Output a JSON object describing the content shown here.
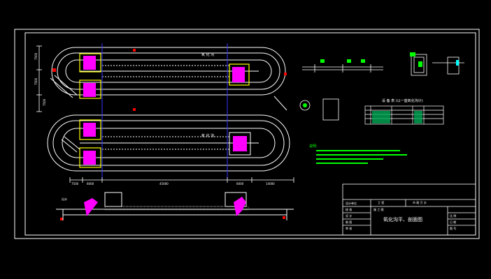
{
  "drawing": {
    "title": "氧化沟平、剖面图",
    "plan_labels": {
      "upper_channel": "氧 化 沟",
      "lower_channel": "氧 化 沟"
    },
    "dimensions": {
      "left_1": "7500",
      "left_2": "6000",
      "middle": "45000",
      "right_1": "6000",
      "right_2": "14000",
      "vertical_1": "7500",
      "vertical_2": "7500",
      "vertical_3": "7500"
    },
    "section_label": "出水",
    "equipment_table": {
      "title": "设 备 表 (以一座氧化沟计)"
    },
    "notes": {
      "heading": "说明:"
    },
    "title_block": {
      "row_labels": [
        "设计单位",
        "校 核",
        "设 计",
        "制 图",
        "审 核"
      ],
      "cell_name": "工 程",
      "cell_stage": "施 工 图",
      "cell_project": "市 政 污 水",
      "side_labels": [
        "比 例",
        "日 期",
        "图 号"
      ]
    }
  },
  "colors": {
    "background": "#000000",
    "line": "#ffffff",
    "equipment": "#ff00ff",
    "frame_yellow": "#ffff00",
    "axis_blue": "#3030ff",
    "annotation_green": "#00ff00",
    "marker_red": "#ff0000",
    "accent_cyan": "#00ffff"
  }
}
